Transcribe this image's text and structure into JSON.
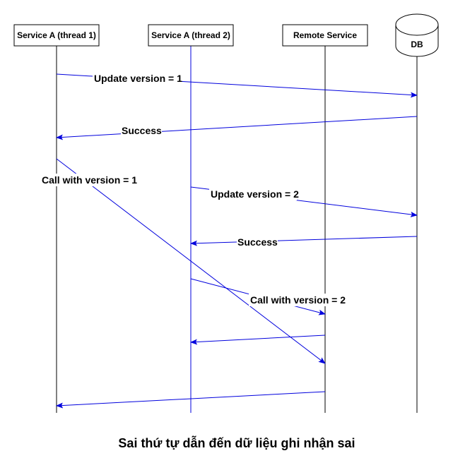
{
  "participants": {
    "thread1": "Service A (thread 1)",
    "thread2": "Service A (thread 2)",
    "remote": "Remote Service",
    "db": "DB"
  },
  "messages": [
    {
      "from": "thread1",
      "to": "db",
      "label": "Update version = 1"
    },
    {
      "from": "db",
      "to": "thread1",
      "label": "Success"
    },
    {
      "from": "thread1",
      "to": "remote",
      "label": "Call with version = 1"
    },
    {
      "from": "thread2",
      "to": "db",
      "label": "Update version = 2"
    },
    {
      "from": "db",
      "to": "thread2",
      "label": "Success"
    },
    {
      "from": "thread2",
      "to": "remote",
      "label": "Call with version = 2"
    },
    {
      "from": "remote",
      "to": "thread2",
      "label": ""
    },
    {
      "from": "remote",
      "to": "thread1",
      "label": ""
    }
  ],
  "caption": "Sai thứ tự dẫn đến dữ liệu ghi nhận sai",
  "colors": {
    "arrow": "#0000dd",
    "line": "#000000"
  }
}
